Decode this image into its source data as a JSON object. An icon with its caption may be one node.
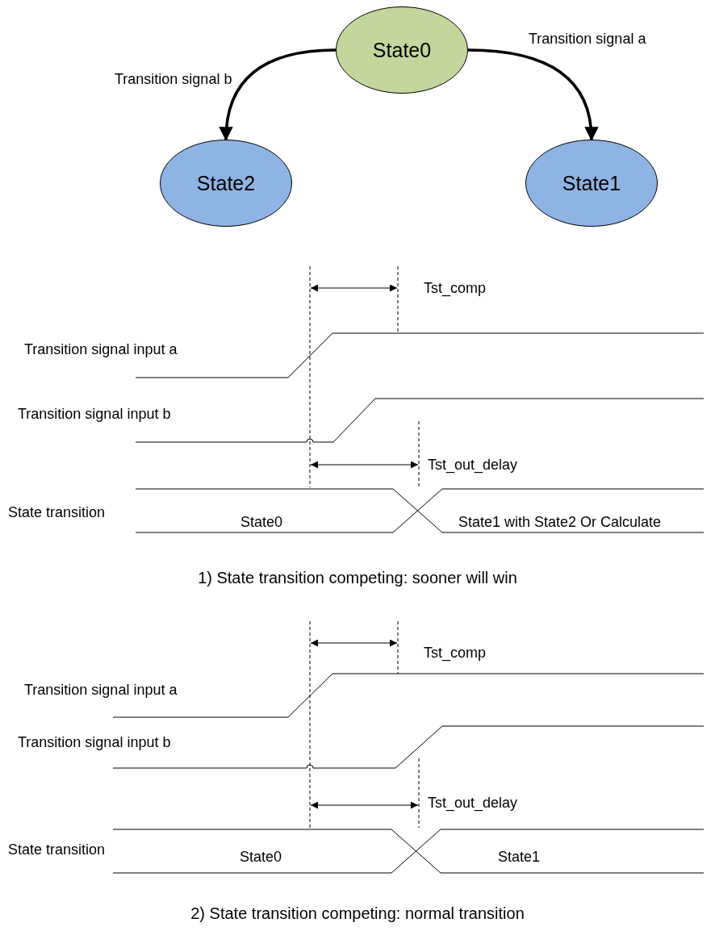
{
  "diagram": {
    "nodes": [
      {
        "text": [
          "State0"
        ]
      },
      {
        "text": [
          "State2"
        ]
      },
      {
        "text": [
          "State1"
        ]
      }
    ],
    "edges": [
      {
        "from": 0,
        "to": 1,
        "arrow": "to",
        "label": "Transition signal b"
      },
      {
        "from": 0,
        "to": 2,
        "arrow": "to",
        "label": "Transition signal a"
      }
    ],
    "labels": [
      "Tst_comp",
      "Transition signal input a",
      "Transition signal input b",
      "Tst_out_delay",
      "State transition",
      "State0",
      "State1 with State2 Or Calculate",
      "1) State transition competing: sooner will win",
      "Tst_comp",
      "Transition signal input a",
      "Transition signal input b",
      "Tst_out_delay",
      "State transition",
      "State0",
      "State1",
      "2) State transition competing: normal transition"
    ]
  }
}
